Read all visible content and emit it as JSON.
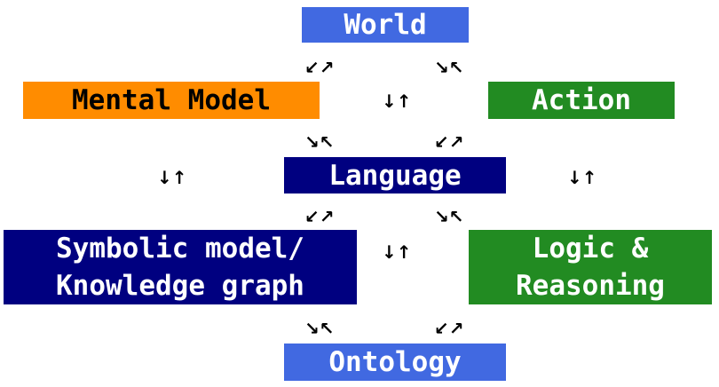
{
  "nodes": {
    "world": {
      "label": "World",
      "color": "#4169e1"
    },
    "mental": {
      "label": "Mental Model",
      "color": "#ff8c00"
    },
    "action": {
      "label": "Action",
      "color": "#228b22"
    },
    "language": {
      "label": "Language",
      "color": "#000080"
    },
    "symbolic": {
      "line1": "Symbolic model/",
      "line2": "Knowledge graph",
      "color": "#000080"
    },
    "logic": {
      "line1": "Logic &",
      "line2": "Reasoning",
      "color": "#228b22"
    },
    "ontology": {
      "label": "Ontology",
      "color": "#4169e1"
    }
  },
  "arrows": {
    "diag_sw_ne": "↙↗",
    "diag_se_nw": "↘↖",
    "vertical": "↓↑"
  }
}
